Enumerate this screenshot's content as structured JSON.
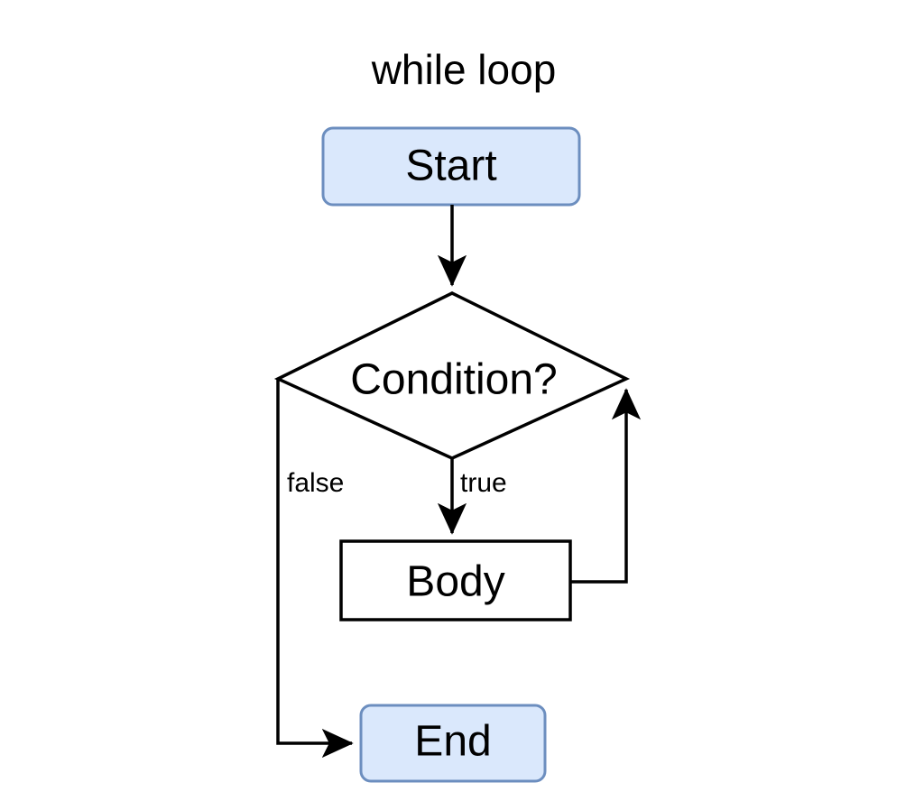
{
  "diagram": {
    "title": "while loop",
    "background_color": "#ffffff",
    "nodes": {
      "start": {
        "label": "Start",
        "shape": "rounded-rectangle",
        "fill": "#dae8fc",
        "stroke": "#6c8ebf"
      },
      "condition": {
        "label": "Condition?",
        "shape": "diamond",
        "fill": "#ffffff",
        "stroke": "#000000"
      },
      "body": {
        "label": "Body",
        "shape": "rectangle",
        "fill": "#ffffff",
        "stroke": "#000000"
      },
      "end": {
        "label": "End",
        "shape": "rounded-rectangle",
        "fill": "#dae8fc",
        "stroke": "#6c8ebf"
      }
    },
    "edges": {
      "start_to_condition": {
        "label": ""
      },
      "condition_false": {
        "label": "false"
      },
      "condition_true": {
        "label": "true"
      },
      "body_to_condition": {
        "label": ""
      }
    }
  }
}
